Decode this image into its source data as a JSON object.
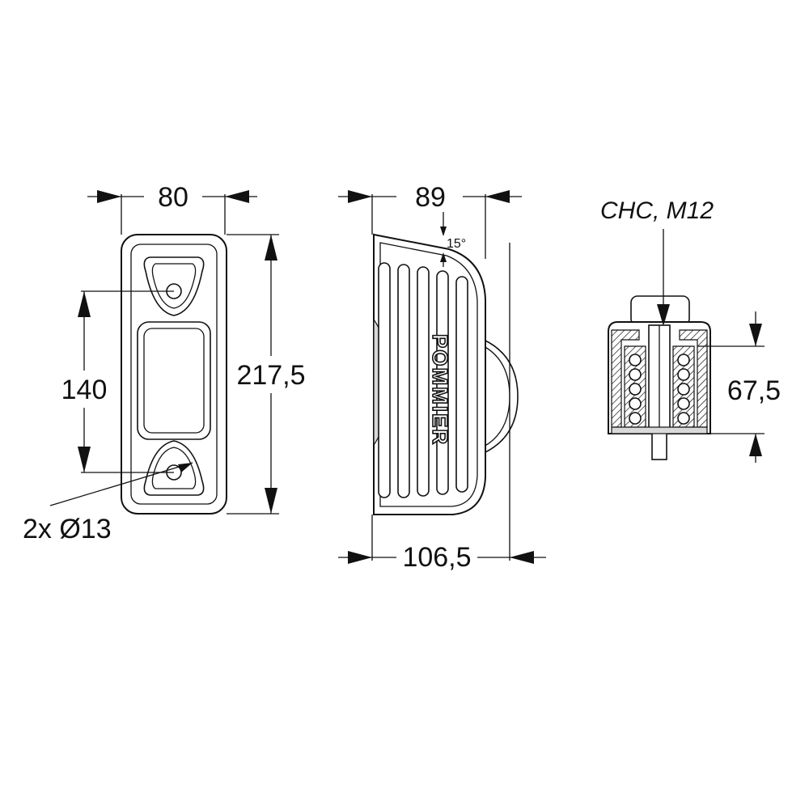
{
  "front_view": {
    "width_label": "80",
    "overall_height_label": "217,5",
    "hole_spacing_label": "140",
    "holes_label": "2x Ø13"
  },
  "side_view": {
    "depth_label": "89",
    "angle_label": "15°",
    "total_depth_label": "106,5",
    "brand_text": "POMMIER"
  },
  "section_view": {
    "screw_label": "CHC, M12",
    "height_label": "67,5"
  }
}
